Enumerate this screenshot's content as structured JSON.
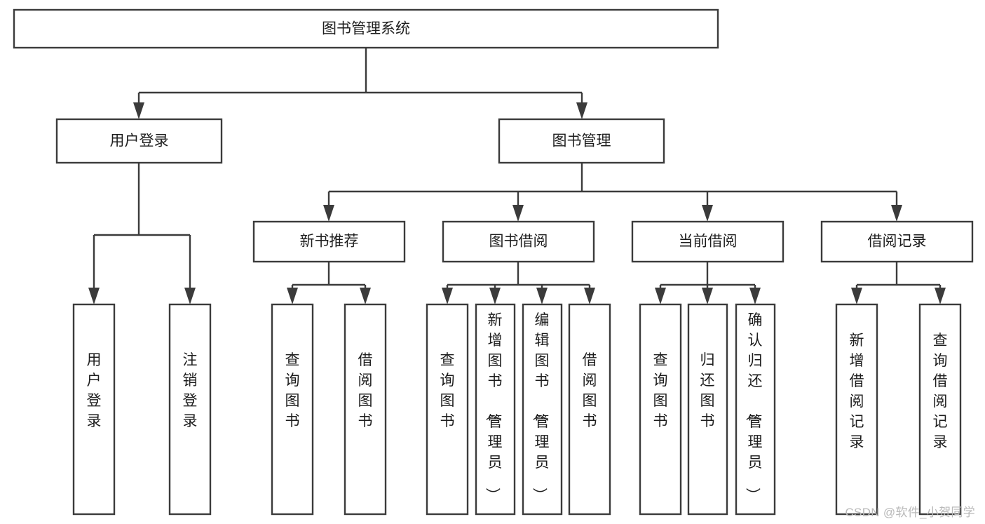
{
  "diagram": {
    "title": "图书管理系统",
    "type": "tree-hierarchy-chart",
    "orientation": "top-down",
    "colors": {
      "box_stroke": "#3b3b3b",
      "box_fill": "#ffffff",
      "text": "#1d1d1d",
      "background": "#ffffff",
      "watermark": "#b9b9b9"
    }
  },
  "root": {
    "label": "图书管理系统"
  },
  "level2": [
    {
      "label": "用户登录"
    },
    {
      "label": "图书管理"
    }
  ],
  "level3": [
    {
      "label": "新书推荐"
    },
    {
      "label": "图书借阅"
    },
    {
      "label": "当前借阅"
    },
    {
      "label": "借阅记录"
    }
  ],
  "leaves": {
    "user_login": [
      {
        "label": "用户登录"
      },
      {
        "label": "注销登录"
      }
    ],
    "new_book_recommend": [
      {
        "label": "查询图书"
      },
      {
        "label": "借阅图书"
      }
    ],
    "book_borrow": [
      {
        "label": "查询图书"
      },
      {
        "label": "新增图书（管理员）"
      },
      {
        "label": "编辑图书（管理员）"
      },
      {
        "label": "借阅图书"
      }
    ],
    "current_borrow": [
      {
        "label": "查询图书"
      },
      {
        "label": "归还图书"
      },
      {
        "label": "确认归还（管理员）"
      }
    ],
    "borrow_records": [
      {
        "label": "新增借阅记录"
      },
      {
        "label": "查询借阅记录"
      }
    ]
  },
  "watermark": {
    "text": "CSDN @软件_小贺同学"
  }
}
